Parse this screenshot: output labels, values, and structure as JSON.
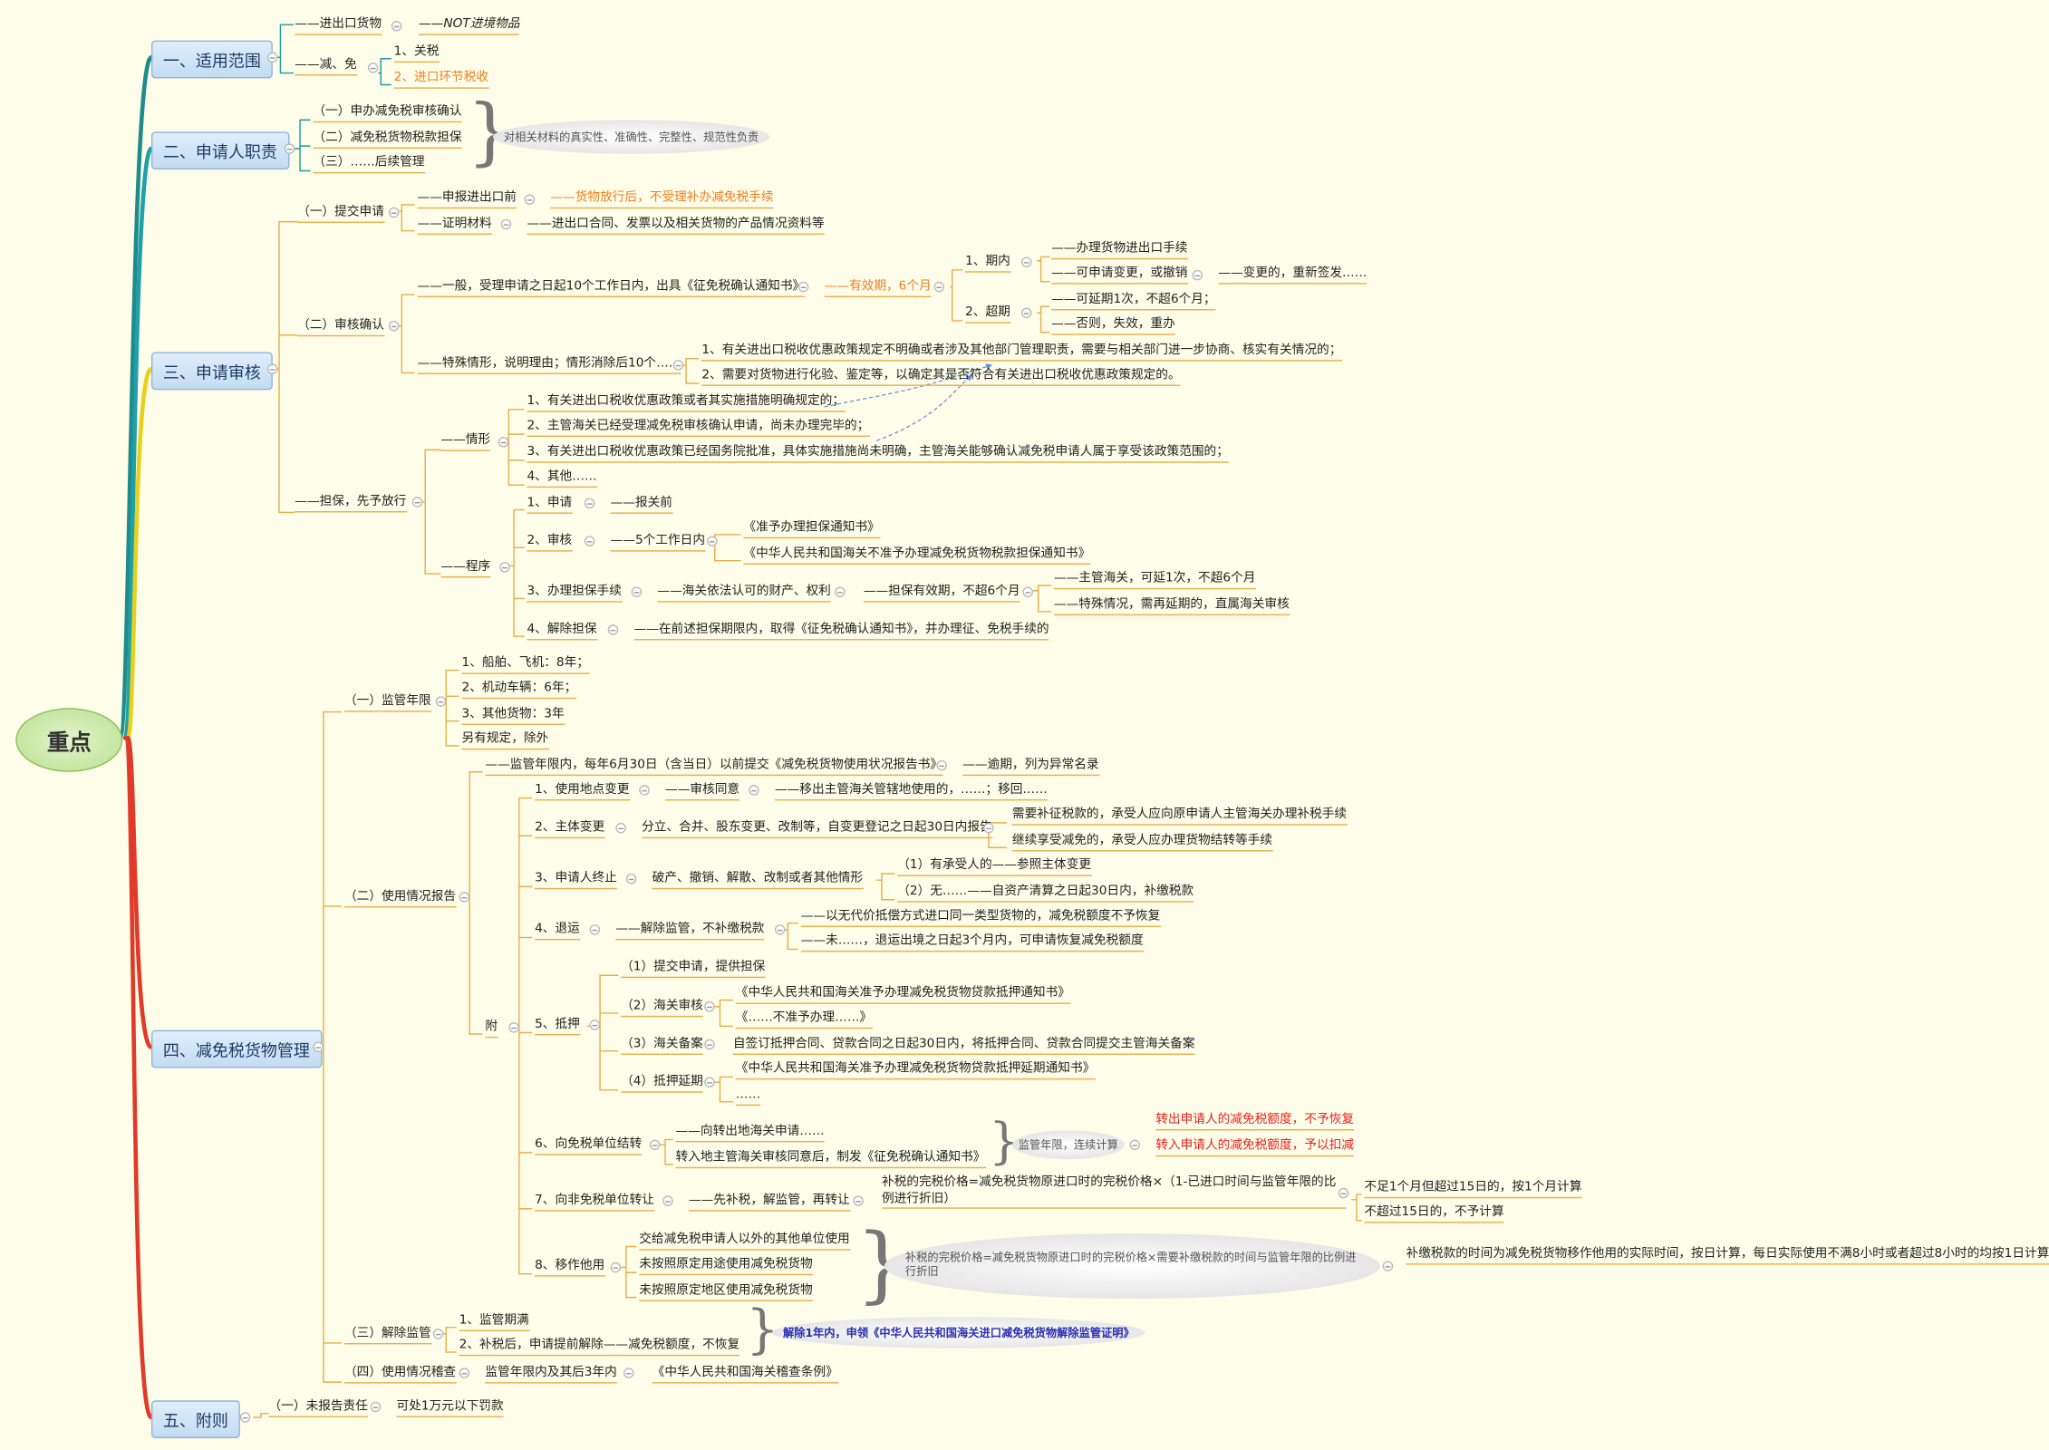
{
  "root": "重点",
  "colors": {
    "accent_teal": "#1f8c8c",
    "accent_yellow": "#e6d21e",
    "accent_red": "#e23a2a",
    "branch_line": "#e8b04c",
    "red_text": "#e8231f",
    "orange_text": "#ef7f22"
  },
  "b1": {
    "title": "一、适用范围",
    "a": "——进出口货物",
    "a1": "——NOT进境物品",
    "b": "——减、免",
    "b1": "1、关税",
    "b2": "2、进口环节税收"
  },
  "b2": {
    "title": "二、申请人职责",
    "i1": "（一）申办减免税审核确认",
    "i2": "（二）减免税货物税款担保",
    "i3": "（三）……后续管理",
    "note": "对相关材料的真实性、准确性、完整性、规范性负责"
  },
  "b3": {
    "title": "三、申请审核",
    "s1": "（一）提交申请",
    "s1a": "——申报进出口前",
    "s1a1": "——货物放行后，不受理补办减免税手续",
    "s1b": "——证明材料",
    "s1b1": "——进出口合同、发票以及相关货物的产品情况资料等",
    "s2": "（二）审核确认",
    "s2a": "——一般，受理申请之日起10个工作日内，出具《征免税确认通知书》",
    "s2a1": "——有效期，6个月",
    "p1": "1、期内",
    "p1a": "——办理货物进出口手续",
    "p1b": "——可申请变更，或撤销",
    "p1b1": "——变更的，重新签发……",
    "p2": "2、超期",
    "p2a": "——可延期1次，不超6个月；",
    "p2b": "——否则，失效，重办",
    "s2b": "——特殊情形，说明理由；情形消除后10个……",
    "s2b1": "1、有关进出口税收优惠政策规定不明确或者涉及其他部门管理职责，需要与相关部门进一步协商、核实有关情况的；",
    "s2b2": "2、需要对货物进行化验、鉴定等，以确定其是否符合有关进出口税收优惠政策规定的。",
    "s3": "——担保，先予放行",
    "q": "——情形",
    "q1": "1、有关进出口税收优惠政策或者其实施措施明确规定的；",
    "q2": "2、主管海关已经受理减免税审核确认申请，尚未办理完毕的；",
    "q3": "3、有关进出口税收优惠政策已经国务院批准，具体实施措施尚未明确，主管海关能够确认减免税申请人属于享受该政策范围的；",
    "q4": "4、其他……",
    "r": "——程序",
    "r1": "1、申请",
    "r1a": "——报关前",
    "r2": "2、审核",
    "r2a": "——5个工作日内",
    "r2a1": "《准予办理担保通知书》",
    "r2a2": "《中华人民共和国海关不准予办理减免税货物税款担保通知书》",
    "r3": "3、办理担保手续",
    "r3a": "——海关依法认可的财产、权利",
    "r3b": "——担保有效期，不超6个月",
    "r3b1": "——主管海关，可延1次，不超6个月",
    "r3b2": "——特殊情况，需再延期的，直属海关审核",
    "r4": "4、解除担保",
    "r4a": "——在前述担保期限内，取得《征免税确认通知书》，并办理征、免税手续的"
  },
  "b4": {
    "title": "四、减免税货物管理",
    "t1": "（一）监管年限",
    "t1a": "1、船舶、飞机：8年；",
    "t1b": "2、机动车辆：6年；",
    "t1c": "3、其他货物：3年",
    "t1d": "另有规定，除外",
    "t2": "（二）使用情况报告",
    "t2a": "——监管年限内，每年6月30日（含当日）以前提交《减免税货物使用状况报告书》",
    "t2a1": "——逾期，列为异常名录",
    "fu": "附",
    "f1": "1、使用地点变更",
    "f1a": "——审核同意",
    "f1a1": "——移出主管海关管辖地使用的，……；移回……",
    "f2": "2、主体变更",
    "f2a": "分立、合并、股东变更、改制等，自变更登记之日起30日内报告",
    "f2a1": "需要补征税款的，承受人应向原申请人主管海关办理补税手续",
    "f2a2": "继续享受减免的，承受人应办理货物结转等手续",
    "f3": "3、申请人终止",
    "f3a": "破产、撤销、解散、改制或者其他情形",
    "f3a1": "（1）有承受人的——参照主体变更",
    "f3a2": "（2）无……——自资产清算之日起30日内，补缴税款",
    "f4": "4、退运",
    "f4a": "——解除监管，不补缴税款",
    "f4a1": "——以无代价抵偿方式进口同一类型货物的，减免税额度不予恢复",
    "f4a2": "——未……，退运出境之日起3个月内，可申请恢复减免税额度",
    "f5": "5、抵押",
    "f5a": "（1）提交申请，提供担保",
    "f5b": "（2）海关审核",
    "f5b1": "《中华人民共和国海关准予办理减免税货物贷款抵押通知书》",
    "f5b2": "《……不准予办理……》",
    "f5c": "（3）海关备案",
    "f5c1": "自签订抵押合同、贷款合同之日起30日内，将抵押合同、贷款合同提交主管海关备案",
    "f5d": "（4）抵押延期",
    "f5d1": "《中华人民共和国海关准予办理减免税货物贷款抵押延期通知书》",
    "f5d2": "……",
    "f6": "6、向免税单位结转",
    "f6a": "——向转出地海关申请……",
    "f6b": "转入地主管海关审核同意后，制发《征免税确认通知书》",
    "f6c": "监管年限，连续计算",
    "f6c1": "转出申请人的减免税额度，不予恢复",
    "f6c2": "转入申请人的减免税额度，予以扣减",
    "f7": "7、向非免税单位转让",
    "f7a": "——先补税，解监管，再转让",
    "f7a1": "补税的完税价格=减免税货物原进口时的完税价格×（1-已进口时间与监管年限的比例进行折旧）",
    "f7a1a": "不足1个月但超过15日的，按1个月计算",
    "f7a1b": "不超过15日的，不予计算",
    "f8": "8、移作他用",
    "f8a": "交给减免税申请人以外的其他单位使用",
    "f8b": "未按照原定用途使用减免税货物",
    "f8c": "未按照原定地区使用减免税货物",
    "f8note": "补税的完税价格=减免税货物原进口时的完税价格×需要补缴税款的时间与监管年限的比例进行折旧",
    "f8note1": "补缴税款的时间为减免税货物移作他用的实际时间，按日计算，每日实际使用不满8小时或者超过8小时的均按1日计算",
    "t3": "（三）解除监管",
    "t3a": "1、监管期满",
    "t3b": "2、补税后，申请提前解除——减免税额度，不恢复",
    "t3note": "解除1年内，申领《中华人民共和国海关进口减免税货物解除监管证明》",
    "t4": "（四）使用情况稽查",
    "t4a": "监管年限内及其后3年内",
    "t4b": "《中华人民共和国海关稽查条例》"
  },
  "b5": {
    "title": "五、附则",
    "a": "（一）未报告责任",
    "a1": "可处1万元以下罚款"
  }
}
